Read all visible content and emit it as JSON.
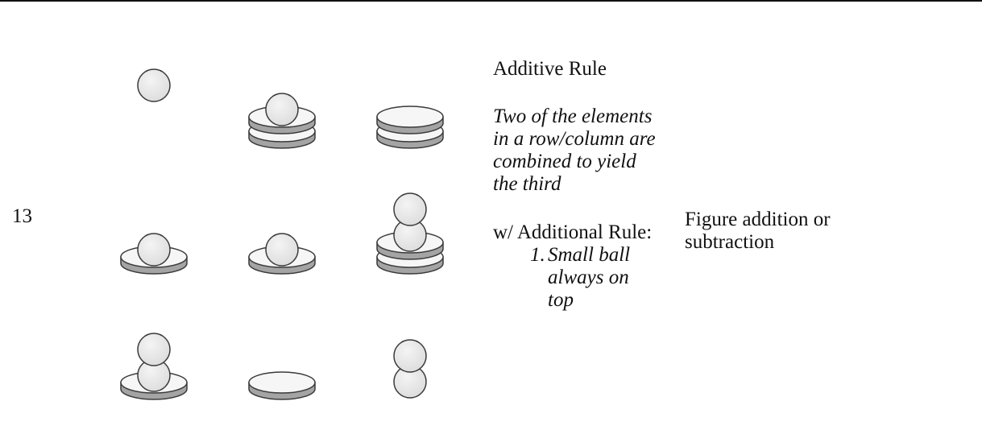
{
  "row": {
    "number": "13"
  },
  "rule": {
    "title": "Additive Rule",
    "description": [
      "Two of the elements",
      "in a row/column are",
      "combined to yield",
      "the third"
    ],
    "additional_label": "w/ Additional Rule:",
    "additional_items": [
      {
        "number": "1.",
        "lines": [
          "Small ball",
          "always on",
          "top"
        ]
      }
    ]
  },
  "rule_type": {
    "lines": [
      "Figure addition or",
      "subtraction"
    ]
  },
  "matrix": {
    "colors": {
      "disc_top": "#f6f6f6",
      "disc_side": "#a4a4a4",
      "ball": "#dcdcdc",
      "outline": "#3a3a3a"
    },
    "cells": [
      {
        "name": "cell-r1c1",
        "discs": 0,
        "balls": 1
      },
      {
        "name": "cell-r1c2",
        "discs": 2,
        "balls": 1
      },
      {
        "name": "cell-r1c3",
        "discs": 2,
        "balls": 0
      },
      {
        "name": "cell-r2c1",
        "discs": 1,
        "balls": 1
      },
      {
        "name": "cell-r2c2",
        "discs": 1,
        "balls": 1
      },
      {
        "name": "cell-r2c3",
        "discs": 2,
        "balls": 2
      },
      {
        "name": "cell-r3c1",
        "discs": 1,
        "balls": 2
      },
      {
        "name": "cell-r3c2",
        "discs": 1,
        "balls": 0
      },
      {
        "name": "cell-r3c3",
        "discs": 0,
        "balls": 2
      }
    ]
  }
}
